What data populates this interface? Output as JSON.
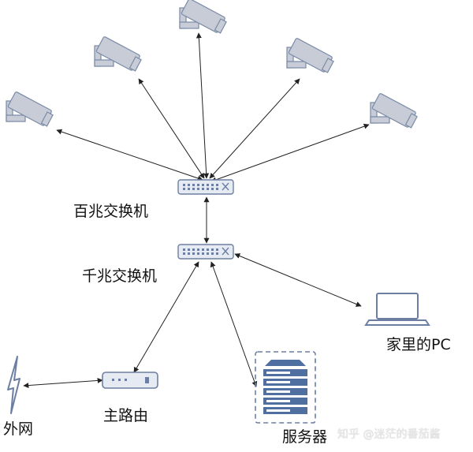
{
  "nodes": {
    "switch_100m": {
      "label": "百兆交换机"
    },
    "switch_1g": {
      "label": "千兆交换机"
    },
    "home_pc": {
      "label": "家里的PC"
    },
    "router": {
      "label": "主路由"
    },
    "internet": {
      "label": "外网"
    },
    "server": {
      "label": "服务器"
    }
  },
  "cameras_count": 5,
  "watermark": "知乎 @迷茫的番茄酱",
  "colors": {
    "device_fill": "#dde3ee",
    "device_stroke": "#6c7fa3",
    "camera_fill": "#c7ccd6",
    "camera_stroke": "#7a8aa6",
    "server_fill": "#4f6fa0",
    "line": "#222222"
  }
}
